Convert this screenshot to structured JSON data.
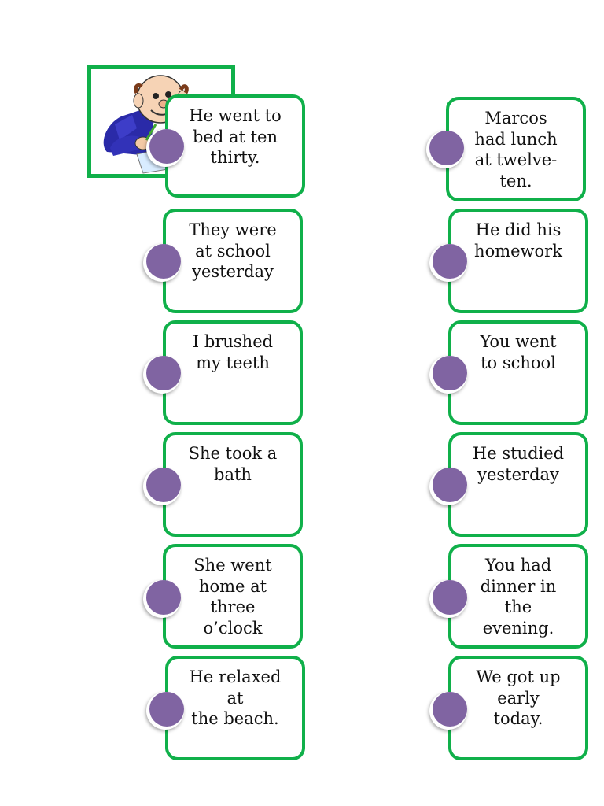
{
  "illustration": {
    "icon": "cartoon-man-writing-icon"
  },
  "colors": {
    "card_border": "#10b04a",
    "dot": "#8064a2"
  },
  "cards": [
    {
      "lines": [
        "He went to",
        "bed at ten",
        "thirty."
      ]
    },
    {
      "lines": [
        "Marcos",
        "had lunch",
        "at twelve-",
        "ten."
      ]
    },
    {
      "lines": [
        "They were",
        "at school",
        "yesterday"
      ]
    },
    {
      "lines": [
        "He did his",
        "homework"
      ]
    },
    {
      "lines": [
        "I brushed",
        "my teeth"
      ]
    },
    {
      "lines": [
        "You went",
        "to school"
      ]
    },
    {
      "lines": [
        "She took a",
        "bath"
      ]
    },
    {
      "lines": [
        "He studied",
        "yesterday"
      ]
    },
    {
      "lines": [
        "She went",
        "home at",
        "three",
        "o’clock"
      ]
    },
    {
      "lines": [
        "You had",
        "dinner in",
        "the",
        "evening."
      ]
    },
    {
      "lines": [
        "He relaxed",
        "at",
        "the beach."
      ]
    },
    {
      "lines": [
        "We got up",
        "early",
        "today."
      ]
    }
  ]
}
